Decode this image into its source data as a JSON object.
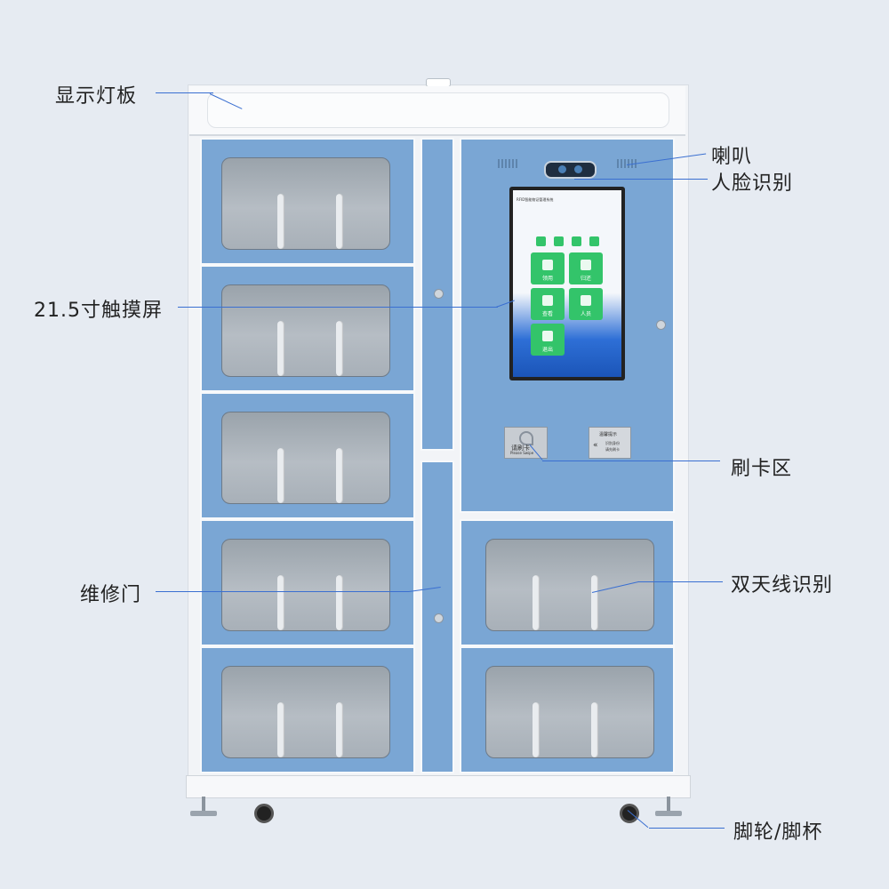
{
  "callouts": {
    "display_light_board": "显示灯板",
    "touchscreen": "21.5寸触摸屏",
    "maintenance_door": "维修门",
    "speaker": "喇叭",
    "face_recognition": "人脸识别",
    "card_swipe_area": "刷卡区",
    "dual_antenna": "双天线识别",
    "casters_feet": "脚轮/脚杯"
  },
  "screen": {
    "title": "RFID智能物证管理系统",
    "tiles": [
      "领用",
      "归还",
      "查看",
      "人员",
      "退出"
    ]
  },
  "card_reader": {
    "main": "请刷卡",
    "sub": "Please Swipe"
  },
  "notice_plate": {
    "title": "温馨提示",
    "lines": [
      "识别身份",
      "请先刷卡"
    ]
  },
  "colors": {
    "door_blue": "#7aa6d4",
    "leader_blue": "#3a6fd1",
    "tile_green": "#33c46a",
    "background": "#e6ebf2"
  }
}
